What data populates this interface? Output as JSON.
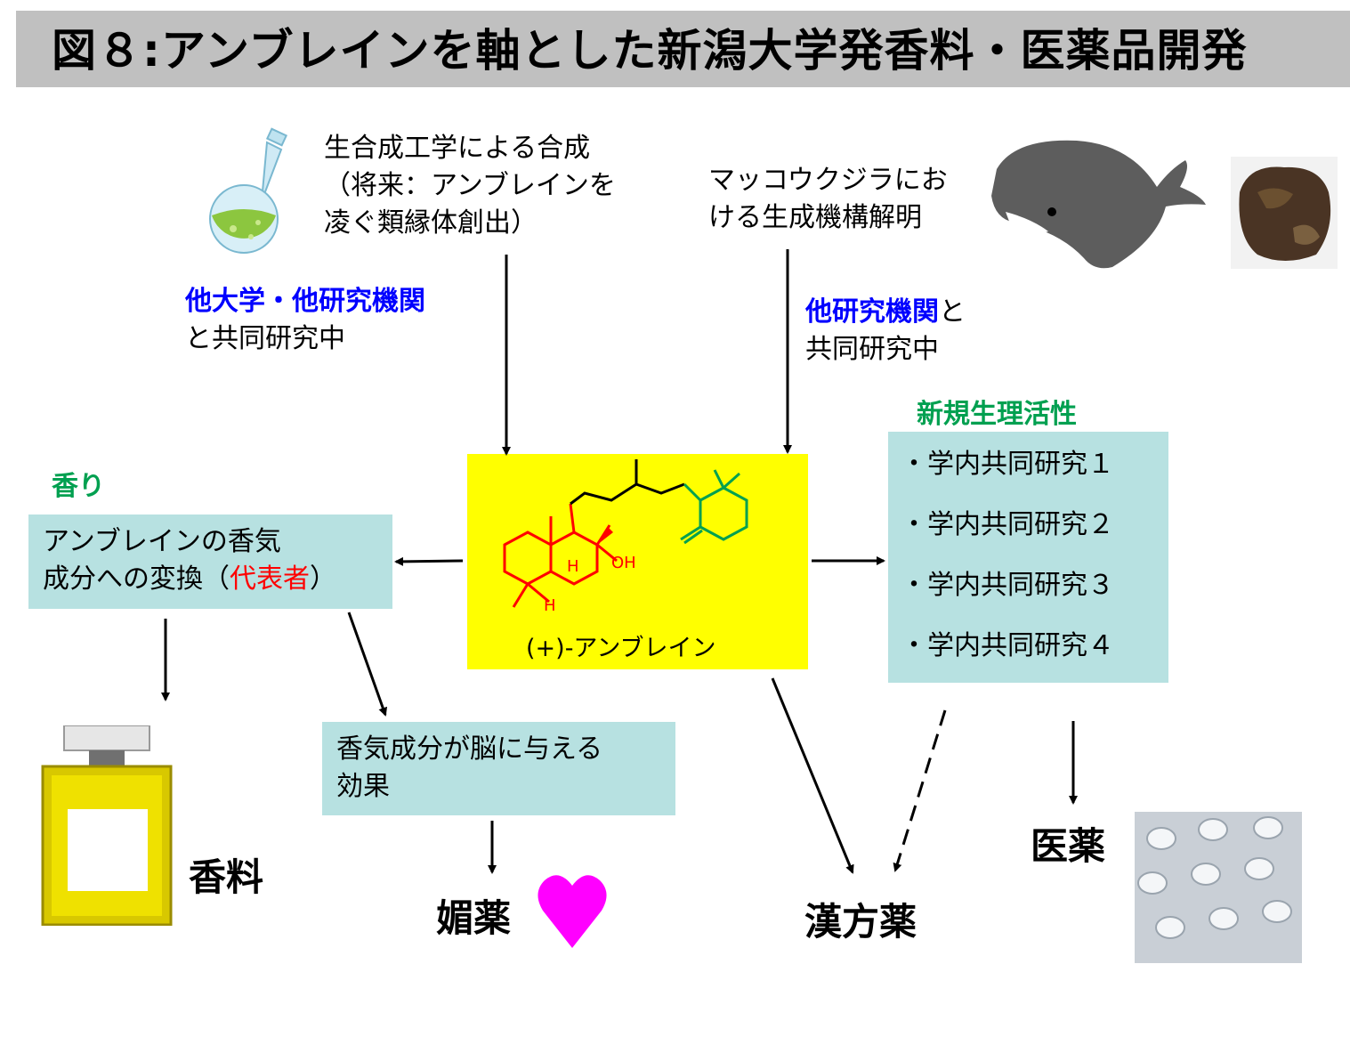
{
  "title": "図８:アンブレインを軸とした新潟大学発香料・医薬品開発",
  "synthesis": {
    "lines": [
      "生合成工学による合成",
      "（将来：アンブレインを",
      "凌ぐ類縁体創出）"
    ]
  },
  "collab_left": {
    "highlight": "他大学・他研究機関",
    "rest": "と共同研究中"
  },
  "whale_text": {
    "lines": [
      "マッコウクジラにお",
      "ける生成機構解明"
    ]
  },
  "collab_right": {
    "highlight": "他研究機関",
    "tail": "と",
    "rest": "共同研究中"
  },
  "bioactivity": {
    "heading": "新規生理活性",
    "items": [
      "・学内共同研究１",
      "・学内共同研究２",
      "・学内共同研究３",
      "・学内共同研究４"
    ]
  },
  "fragrance": {
    "heading": "香り",
    "line1": "アンブレインの香気",
    "line2_pre": "成分への変換（",
    "line2_red": "代表者",
    "line2_post": "）"
  },
  "compound": {
    "name": "(+)-アンブレイン",
    "oh": "OH",
    "h1": "H",
    "h2": "H"
  },
  "brain_effect": {
    "lines": [
      "香気成分が脳に与える",
      "効果"
    ]
  },
  "outcomes": {
    "perfume": "香料",
    "aphrodisiac": "媚薬",
    "kampo": "漢方薬",
    "medicine": "医薬"
  },
  "colors": {
    "title_bg": "#c0c0c0",
    "box_bg": "#b7e1e1",
    "compound_bg": "#ffff00",
    "blue": "#0000ff",
    "green": "#00a050",
    "red": "#ff0000",
    "heart": "#ff00ff"
  }
}
